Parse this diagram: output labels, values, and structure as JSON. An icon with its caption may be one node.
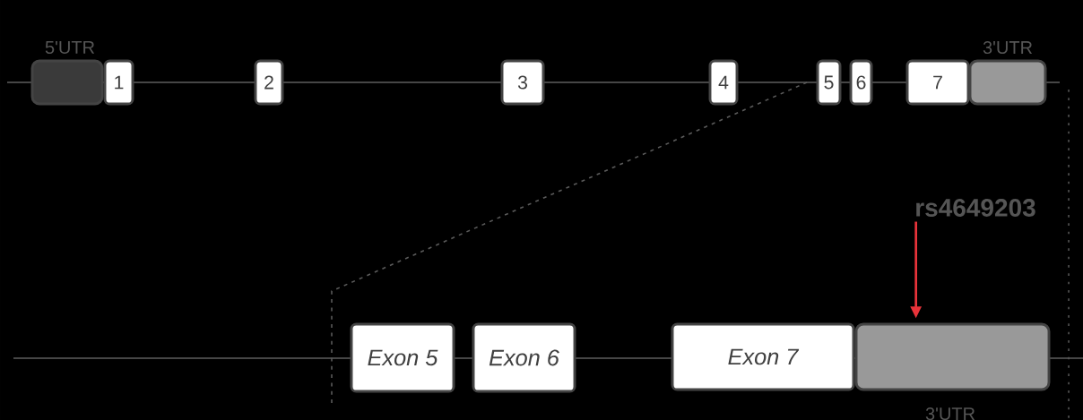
{
  "diagram": {
    "nodes": [
      {
        "text": [
          "5'UTR"
        ]
      },
      {
        "text": [
          "1"
        ]
      },
      {
        "text": [
          "2"
        ]
      },
      {
        "text": [
          "3"
        ]
      },
      {
        "text": [
          "4"
        ]
      },
      {
        "text": [
          "5"
        ]
      },
      {
        "text": [
          "6"
        ]
      },
      {
        "text": [
          "7"
        ]
      },
      {
        "text": [
          "3'UTR"
        ]
      },
      {
        "text": [
          "Exon 5"
        ]
      },
      {
        "text": [
          "Exon 6"
        ]
      },
      {
        "text": [
          "Exon 7"
        ]
      },
      {
        "text": [
          "3'UTR"
        ]
      },
      {
        "text": [
          "rs4649203"
        ]
      }
    ],
    "edges": [
      {
        "from": 13,
        "to": 12,
        "arrow": "to",
        "color": "#e8333a"
      }
    ]
  }
}
